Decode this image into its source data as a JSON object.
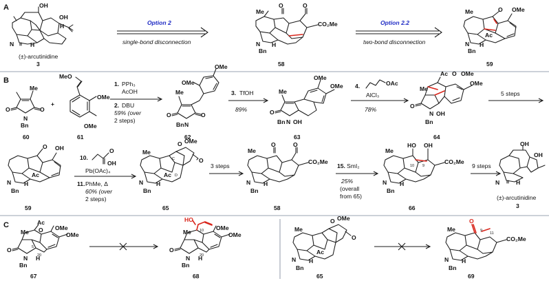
{
  "panels": {
    "a": "A",
    "b": "B",
    "c": "C"
  },
  "panel_a": {
    "option2_title": "Option 2",
    "option2_sub": "single-bond disconnection",
    "option22_title": "Option 2.2",
    "option22_sub": "two-bond disconnection",
    "arcutinidine_name": "(±)-arcutinidine",
    "arcutinidine_num": "3",
    "cmpd58": "58",
    "cmpd59": "59"
  },
  "panel_b": {
    "row1": {
      "cmpd60": "60",
      "cmpd61": "61",
      "cmpd62": "62",
      "cmpd63": "63",
      "cmpd64": "64",
      "step1_num": "1.",
      "step1_reagent": "PPh₃",
      "step1_reagent2": "AcOH",
      "step2_num": "2.",
      "step2_reagent": "DBU",
      "step2_yield": "59% (over",
      "step2_yield2": "2 steps)",
      "step3_num": "3.",
      "step3_reagent": "TfOH",
      "step3_yield": "89%",
      "step4_num": "4.",
      "step4_reagent": "AlCl₃",
      "step4_yield": "78%",
      "step5": "5 steps"
    },
    "row2": {
      "cmpd59": "59",
      "cmpd65": "65",
      "cmpd58": "58",
      "cmpd66": "66",
      "arcutinidine_name": "(±)-arcutinidine",
      "arcutinidine_num": "3",
      "step10_num": "10.",
      "step10_reagent": "Pb(OAc)₄",
      "step11_num": "11.",
      "step11_reagent": "PhMe, Δ",
      "step11_yield": "60% (over",
      "step11_yield2": "2 steps)",
      "step12": "3 steps",
      "step15_num": "15.",
      "step15_reagent": "SmI₂",
      "step15_yield": "25%",
      "step15_yield2": "(overall",
      "step15_yield3": "from 65)",
      "step_final": "9 steps"
    }
  },
  "panel_c": {
    "cmpd67": "67",
    "cmpd68": "68",
    "cmpd65": "65",
    "cmpd69": "69"
  },
  "atom_labels": {
    "o": "O",
    "oh": "OH",
    "me": "Me",
    "n": "N",
    "h": "H",
    "bn": "Bn",
    "ac": "Ac",
    "ome": "OMe",
    "meo": "MeO",
    "co2me": "CO₂Me",
    "oac": "OAc",
    "ho": "HO",
    "c": "C",
    "d": "D",
    "n5": "5",
    "n9": "9",
    "n10": "10",
    "n11": "11",
    "n20": "20"
  },
  "colors": {
    "option_text": "#1f2bc4",
    "highlight_bond": "#d9261c",
    "divider": "#9aa3b0"
  }
}
